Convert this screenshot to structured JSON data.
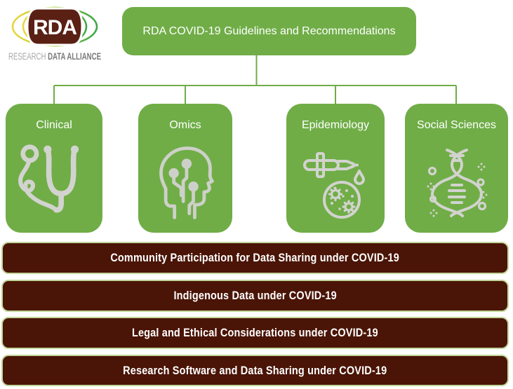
{
  "logo": {
    "acronym": "RDA",
    "wordmark_light": "RESEARCH ",
    "wordmark_bold": "DATA ALLIANCE"
  },
  "header": {
    "title": "RDA COVID-19 Guidelines and Recommendations"
  },
  "categories": [
    {
      "label": "Clinical",
      "icon": "stethoscope-icon"
    },
    {
      "label": "Omics",
      "icon": "head-circuit-icon"
    },
    {
      "label": "Epidemiology",
      "icon": "dropper-petri-dish-icon"
    },
    {
      "label": "Social Sciences",
      "icon": "dna-helix-icon"
    }
  ],
  "topics": [
    {
      "label": "Community Participation for Data Sharing under COVID-19"
    },
    {
      "label": "Indigenous Data under COVID-19"
    },
    {
      "label": "Legal and Ethical Considerations under COVID-19"
    },
    {
      "label": "Research Software and Data Sharing under COVID-19"
    }
  ],
  "colors": {
    "green": "#70AD47",
    "maroon": "#4a1406",
    "bar_border": "#c3d69b",
    "icon_gray": "#d2d3cf",
    "logo_brown": "#5a2014",
    "wordmark_light_gray": "#a7a9ac",
    "wordmark_dark_gray": "#77797c"
  }
}
